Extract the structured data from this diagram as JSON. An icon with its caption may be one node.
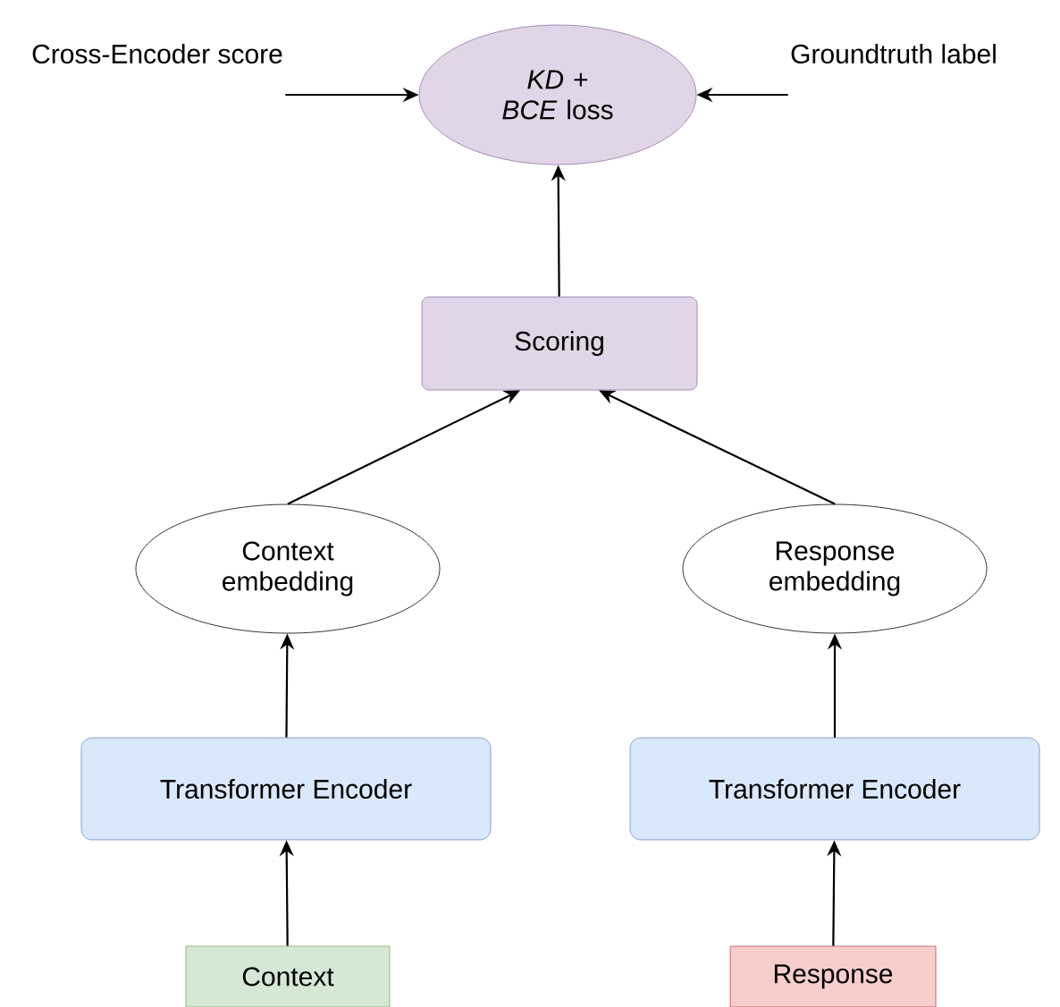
{
  "diagram": {
    "nodes": [
      {
        "text": [
          "*KD* + *BCE* loss"
        ]
      },
      {
        "text": [
          "Cross-Encoder score"
        ]
      },
      {
        "text": [
          "Groundtruth label"
        ]
      },
      {
        "text": [
          "Scoring"
        ]
      },
      {
        "text": [
          "Context embedding"
        ]
      },
      {
        "text": [
          "Response embedding"
        ]
      },
      {
        "text": [
          "Transformer Encoder"
        ]
      },
      {
        "text": [
          "Transformer Encoder"
        ]
      },
      {
        "text": [
          "Context"
        ]
      },
      {
        "text": [
          "Response"
        ]
      }
    ],
    "edges": [
      {
        "from": 1,
        "to": 0,
        "arrow": "to"
      },
      {
        "from": 2,
        "to": 0,
        "arrow": "to"
      },
      {
        "from": 3,
        "to": 0,
        "arrow": "to"
      },
      {
        "from": 4,
        "to": 3,
        "arrow": "to"
      },
      {
        "from": 5,
        "to": 3,
        "arrow": "to"
      },
      {
        "from": 6,
        "to": 4,
        "arrow": "to"
      },
      {
        "from": 7,
        "to": 5,
        "arrow": "to"
      },
      {
        "from": 8,
        "to": 6,
        "arrow": "to"
      },
      {
        "from": 9,
        "to": 7,
        "arrow": "to"
      }
    ]
  }
}
